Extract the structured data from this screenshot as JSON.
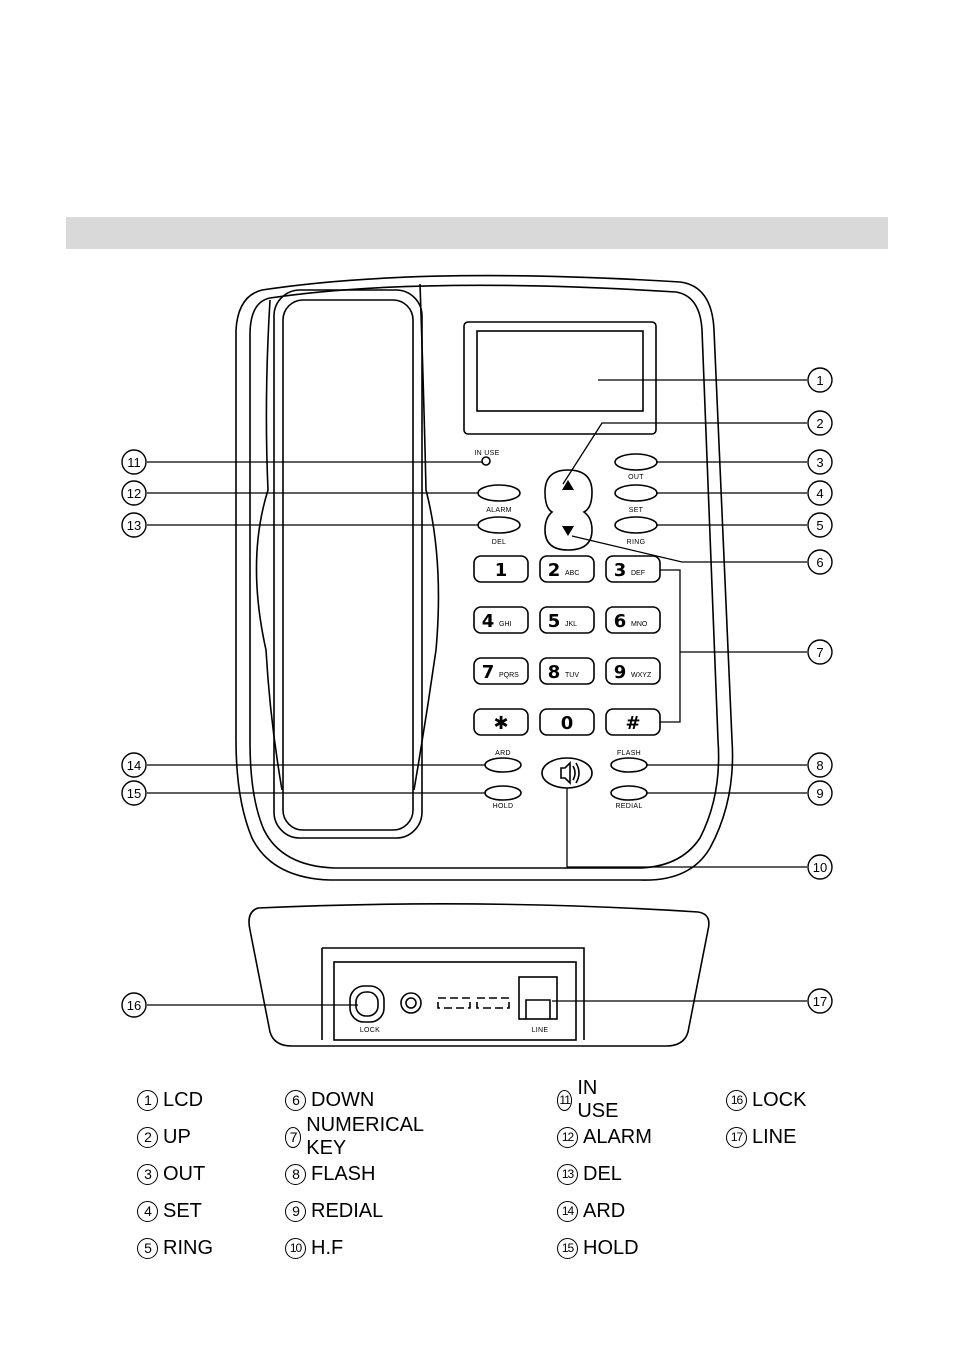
{
  "callouts": [
    "1",
    "2",
    "3",
    "4",
    "5",
    "6",
    "7",
    "8",
    "9",
    "10",
    "11",
    "12",
    "13",
    "14",
    "15",
    "16",
    "17"
  ],
  "device_labels": {
    "in_use": "IN USE",
    "alarm": "ALARM",
    "del": "DEL",
    "out": "OUT",
    "set": "SET",
    "ring": "RING",
    "ard": "ARD",
    "hold": "HOLD",
    "flash": "FLASH",
    "redial": "REDIAL",
    "lock": "LOCK",
    "line": "LINE"
  },
  "keypad": [
    {
      "main": "1",
      "sub": ""
    },
    {
      "main": "2",
      "sub": "ABC"
    },
    {
      "main": "3",
      "sub": "DEF"
    },
    {
      "main": "4",
      "sub": "GHI"
    },
    {
      "main": "5",
      "sub": "JKL"
    },
    {
      "main": "6",
      "sub": "MNO"
    },
    {
      "main": "7",
      "sub": "PQRS"
    },
    {
      "main": "8",
      "sub": "TUV"
    },
    {
      "main": "9",
      "sub": "WXYZ"
    },
    {
      "main": "✱",
      "sub": ""
    },
    {
      "main": "0",
      "sub": ""
    },
    {
      "main": "#",
      "sub": ""
    }
  ],
  "legend": [
    {
      "num": "1",
      "label": "LCD"
    },
    {
      "num": "2",
      "label": "UP"
    },
    {
      "num": "3",
      "label": "OUT"
    },
    {
      "num": "4",
      "label": "SET"
    },
    {
      "num": "5",
      "label": "RING"
    },
    {
      "num": "6",
      "label": "DOWN"
    },
    {
      "num": "7",
      "label": "NUMERICAL KEY"
    },
    {
      "num": "8",
      "label": "FLASH"
    },
    {
      "num": "9",
      "label": "REDIAL"
    },
    {
      "num": "10",
      "label": "H.F"
    },
    {
      "num": "11",
      "label": "IN USE"
    },
    {
      "num": "12",
      "label": "ALARM"
    },
    {
      "num": "13",
      "label": "DEL"
    },
    {
      "num": "14",
      "label": "ARD"
    },
    {
      "num": "15",
      "label": "HOLD"
    },
    {
      "num": "16",
      "label": "LOCK"
    },
    {
      "num": "17",
      "label": "LINE"
    }
  ]
}
